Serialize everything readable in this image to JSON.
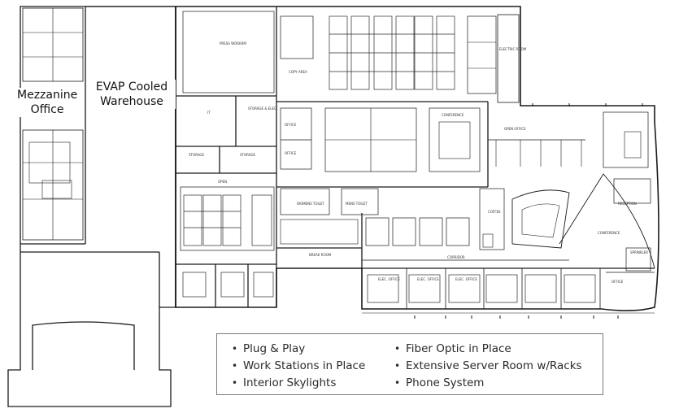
{
  "areas": {
    "mezzanine": "Mezzanine Office",
    "warehouse": "EVAP Cooled Warehouse"
  },
  "room_labels": {
    "press": "PRESS WORKRM",
    "copy": "COPY AREA",
    "it": "IT",
    "storage_elec": "STORAGE & ELEC",
    "storage1": "STORAGE",
    "storage2": "STORAGE",
    "office_a": "OFFICE",
    "office_b": "OFFICE",
    "conference": "CONFERENCE",
    "open_office": "OPEN OFFICE",
    "elec_room": "ELECTRIC ROOM",
    "open": "OPEN",
    "womens_toilet": "WOMENS TOILET",
    "mens_toilet": "MENS TOILET",
    "break_room": "BREAK ROOM",
    "coffee": "COFFEE",
    "corridor": "CORRIDOR",
    "reception": "RECEPTION",
    "conference2": "CONFERENCE",
    "sprinkler": "SPRINKLER",
    "office_c": "OFFICE",
    "elec1": "ELEC. OFFICE",
    "elec2": "ELEC. OFFICE",
    "elec3": "ELEC. OFFICE"
  },
  "features": {
    "left": [
      "Plug & Play",
      "Work Stations in Place",
      "Interior Skylights"
    ],
    "right": [
      "Fiber Optic in Place",
      "Extensive Server Room w/Racks",
      "Phone System"
    ]
  }
}
